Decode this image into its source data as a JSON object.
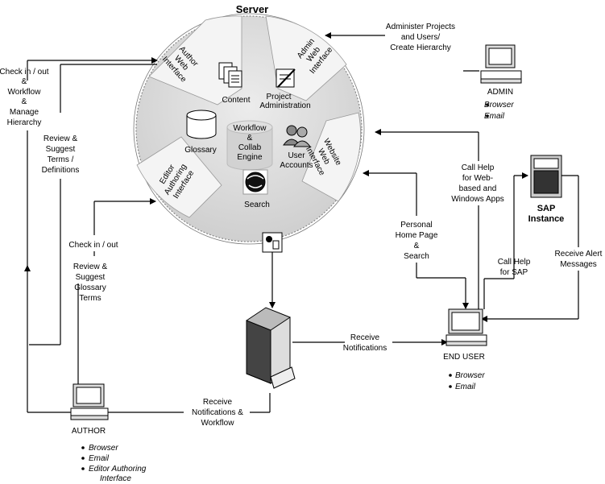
{
  "title": "Server",
  "server_sectors": {
    "author_web": [
      "Author",
      "Web",
      "Interface"
    ],
    "admin_web": [
      "Admin",
      "Web",
      "Interface"
    ],
    "website_web": [
      "Website",
      "Web",
      "Interface"
    ],
    "editor_authoring": [
      "Editor",
      "Authoring",
      "Interface"
    ]
  },
  "server_items": {
    "content": "Content",
    "project_admin": [
      "Project",
      "Administration"
    ],
    "glossary": "Glossary",
    "engine": [
      "Workflow",
      "&",
      "Collab",
      "Engine"
    ],
    "user_accounts": [
      "User",
      "Accounts"
    ],
    "search": "Search"
  },
  "flows": {
    "admin_projects": [
      "Administer Projects",
      "and Users/",
      "Create Hierarchy"
    ],
    "checkin_workflow": [
      "Check in / out",
      "&",
      "Workflow",
      "&",
      "Manage",
      "Hierarchy"
    ],
    "review_terms": [
      "Review &",
      "Suggest",
      "Terms /",
      "Definitions"
    ],
    "checkin_out": "Check in / out",
    "review_glossary": [
      "Review &",
      "Suggest",
      "Glossary",
      "Terms"
    ],
    "call_help_web": [
      "Call Help",
      "for Web-",
      "based and",
      "Windows Apps"
    ],
    "personal_home": [
      "Personal",
      "Home Page",
      "&",
      "Search"
    ],
    "call_help_sap": [
      "Call Help",
      "for SAP"
    ],
    "receive_alert": [
      "Receive Alert",
      "Messages"
    ],
    "receive_notifications": [
      "Receive",
      "Notifications"
    ],
    "receive_notif_workflow": [
      "Receive",
      "Notifications &",
      "Workflow"
    ]
  },
  "actors": {
    "admin": {
      "label": "ADMIN",
      "channels": [
        "Browser",
        "Email"
      ]
    },
    "end_user": {
      "label": "END USER",
      "channels": [
        "Browser",
        "Email"
      ]
    },
    "sap": {
      "label": [
        "SAP",
        "Instance"
      ]
    },
    "author": {
      "label": "AUTHOR",
      "channels": [
        "Browser",
        "Email",
        "Editor Authoring",
        "Interface"
      ]
    }
  }
}
